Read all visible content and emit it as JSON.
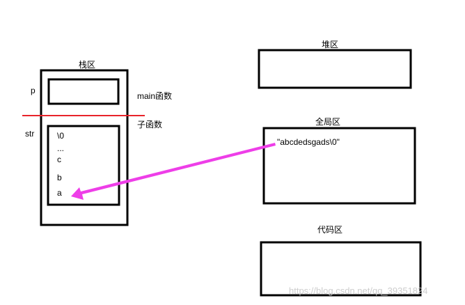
{
  "stack": {
    "title": "栈区",
    "var_p": "p",
    "main_label": "main函数",
    "sub_label": "子函数",
    "var_str": "str",
    "cells": [
      "\\0",
      "...",
      "c",
      "b",
      "a"
    ]
  },
  "heap": {
    "title": "堆区"
  },
  "global": {
    "title": "全局区",
    "content": "\"abcdedsgads\\0\""
  },
  "code": {
    "title": "代码区"
  },
  "watermark": "https://blog.csdn.net/qq_39351824",
  "colors": {
    "divider": "#e8232a",
    "arrow": "#ee3ee8"
  }
}
